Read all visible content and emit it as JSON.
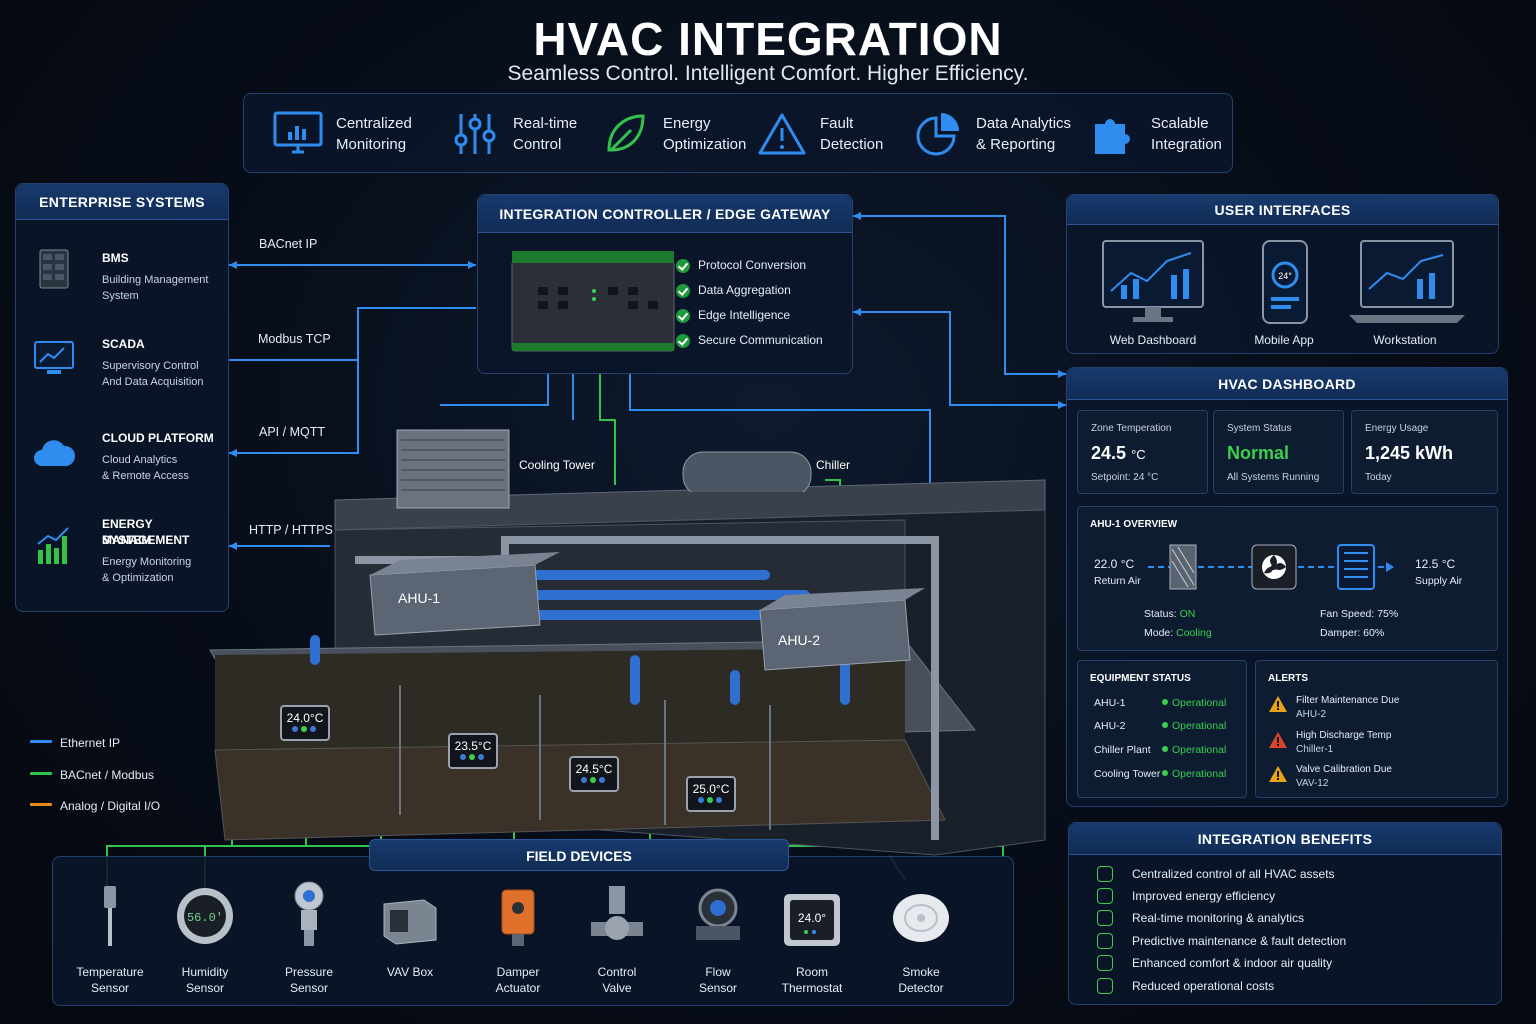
{
  "header": {
    "title": "HVAC INTEGRATION",
    "subtitle": "Seamless Control. Intelligent Comfort. Higher Efficiency."
  },
  "features": [
    {
      "line1": "Centralized",
      "line2": "Monitoring",
      "icon": "monitor-chart-icon"
    },
    {
      "line1": "Real-time",
      "line2": "Control",
      "icon": "sliders-icon"
    },
    {
      "line1": "Energy",
      "line2": "Optimization",
      "icon": "leaf-icon"
    },
    {
      "line1": "Fault",
      "line2": "Detection",
      "icon": "warning-icon"
    },
    {
      "line1": "Data Analytics",
      "line2": "& Reporting",
      "icon": "pie-chart-icon"
    },
    {
      "line1": "Scalable",
      "line2": "Integration",
      "icon": "puzzle-icon"
    }
  ],
  "enterprise": {
    "title": "ENTERPRISE SYSTEMS",
    "items": [
      {
        "name": "BMS",
        "desc1": "Building Management System",
        "desc2": "",
        "protocol": "BACnet IP"
      },
      {
        "name": "SCADA",
        "desc1": "Supervisory Control",
        "desc2": "And Data Acquisition",
        "protocol": "Modbus TCP"
      },
      {
        "name": "CLOUD PLATFORM",
        "desc1": "Cloud Analytics",
        "desc2": "& Remote Access",
        "protocol": "API / MQTT"
      },
      {
        "name": "ENERGY MANAGEMENT",
        "name2": "SYSTEM",
        "desc1": "Energy Monitoring",
        "desc2": "& Optimization",
        "protocol": "HTTP / HTTPS"
      }
    ]
  },
  "gateway": {
    "title": "INTEGRATION CONTROLLER / EDGE GATEWAY",
    "features": [
      "Protocol Conversion",
      "Data Aggregation",
      "Edge Intelligence",
      "Secure Communication"
    ]
  },
  "user_interfaces": {
    "title": "USER INTERFACES",
    "items": [
      "Web Dashboard",
      "Mobile App",
      "Workstation"
    ],
    "mobile_readout": "24°"
  },
  "dashboard": {
    "title": "HVAC DASHBOARD",
    "kpis": [
      {
        "label": "Zone Temperation",
        "value": "24.5",
        "unit": "°C",
        "sub": "Setpoint: 24 °C"
      },
      {
        "label": "System Status",
        "value": "Normal",
        "sub": "All Systems Running"
      },
      {
        "label": "Energy Usage",
        "value": "1,245 kWh",
        "sub": "Today"
      }
    ],
    "ahu": {
      "title": "AHU-1 OVERVIEW",
      "return_temp": "22.0 °C",
      "return_label": "Return Air",
      "supply_temp": "12.5 °C",
      "supply_label": "Supply Air",
      "status_label": "Status:",
      "status_value": "ON",
      "mode_label": "Mode:",
      "mode_value": "Cooling",
      "fan_speed": "Fan Speed: 75%",
      "damper": "Damper: 60%"
    },
    "equipment": {
      "title": "EQUIPMENT STATUS",
      "rows": [
        {
          "name": "AHU-1",
          "status": "Operational"
        },
        {
          "name": "AHU-2",
          "status": "Operational"
        },
        {
          "name": "Chiller Plant",
          "status": "Operational"
        },
        {
          "name": "Cooling Tower",
          "status": "Operational"
        }
      ]
    },
    "alerts": {
      "title": "ALERTS",
      "rows": [
        {
          "title": "Filter Maintenance Due",
          "source": "AHU-2",
          "color": "#e8a317"
        },
        {
          "title": "High Discharge Temp",
          "source": "Chiller-1",
          "color": "#d9442b"
        },
        {
          "title": "Valve Calibration Due",
          "source": "VAV-12",
          "color": "#e8a317"
        }
      ]
    }
  },
  "benefits": {
    "title": "INTEGRATION BENEFITS",
    "items": [
      "Centralized control of all HVAC assets",
      "Improved energy efficiency",
      "Real-time monitoring & analytics",
      "Predictive maintenance & fault detection",
      "Enhanced comfort & indoor air quality",
      "Reduced operational costs"
    ]
  },
  "building": {
    "cooling_tower": "Cooling Tower",
    "chiller": "Chiller",
    "ahu1": "AHU-1",
    "ahu2": "AHU-2",
    "thermostats": [
      "24.0°C",
      "23.5°C",
      "24.5°C",
      "25.0°C"
    ]
  },
  "legend": [
    {
      "label": "Ethernet IP",
      "color": "#2f8df0"
    },
    {
      "label": "BACnet / Modbus",
      "color": "#33c24a"
    },
    {
      "label": "Analog / Digital I/O",
      "color": "#e88b1f"
    }
  ],
  "field_devices": {
    "title": "FIELD DEVICES",
    "items": [
      {
        "line1": "Temperature",
        "line2": "Sensor"
      },
      {
        "line1": "Humidity",
        "line2": "Sensor",
        "readout": "56.0'"
      },
      {
        "line1": "Pressure",
        "line2": "Sensor"
      },
      {
        "line1": "VAV Box",
        "line2": ""
      },
      {
        "line1": "Damper",
        "line2": "Actuator"
      },
      {
        "line1": "Control",
        "line2": "Valve"
      },
      {
        "line1": "Flow",
        "line2": "Sensor"
      },
      {
        "line1": "Room",
        "line2": "Thermostat",
        "readout": "24.0°"
      },
      {
        "line1": "Smoke",
        "line2": "Detector"
      }
    ]
  },
  "colors": {
    "accent_blue": "#2f8df0",
    "accent_green": "#33c24a",
    "accent_orange": "#e88b1f",
    "panel_header": "#173a6e"
  }
}
